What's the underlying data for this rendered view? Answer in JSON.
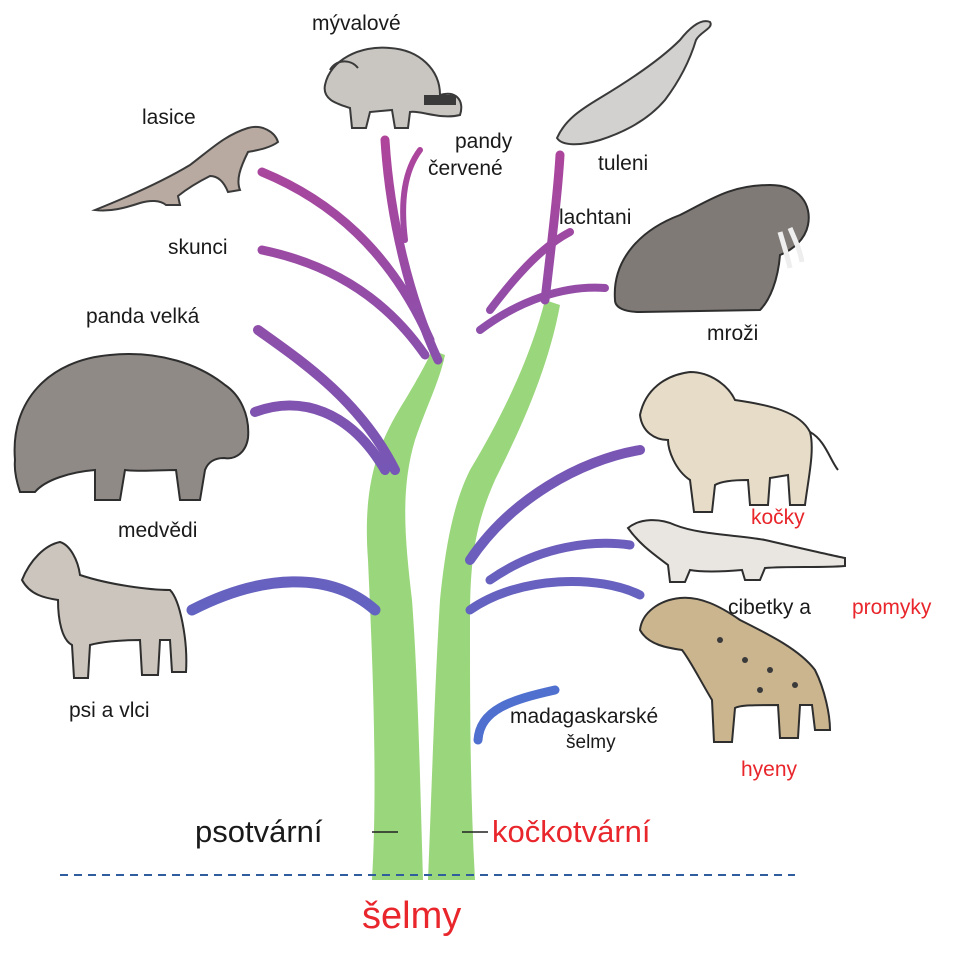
{
  "labels": {
    "myvalove": "mývalové",
    "lasice": "lasice",
    "pandy_cervene_1": "pandy",
    "pandy_cervene_2": "červené",
    "tuleni": "tuleni",
    "lachtani": "lachtani",
    "skunci": "skunci",
    "panda_velka": "panda velká",
    "mrozi": "mroži",
    "medvedi": "medvědi",
    "kocky": "kočky",
    "cibetky": "cibetky a",
    "promyky": "promyky",
    "psi_a_vlci": "psi a vlci",
    "madagaskarske_1": "madagaskarské",
    "madagaskarske_2": "šelmy",
    "hyeny": "hyeny",
    "psotvarni": "psotvární",
    "kockotvarni": "kočkotvární",
    "selmy": "šelmy"
  },
  "colors": {
    "label": "#1a1a1a",
    "highlight": "#e8262b",
    "branch_top": "#a8438f",
    "branch_mid": "#6c5bb8",
    "branch_low": "#4e6fcf",
    "trunk_base": "#92d07a",
    "baseline": "#2f5d9e",
    "animal_fill": "#8f8a86"
  },
  "icons": [
    "raccoon-icon",
    "weasel-icon",
    "seal-icon",
    "walrus-icon",
    "bear-icon",
    "wolf-icon",
    "lion-icon",
    "civet-icon",
    "hyena-icon"
  ]
}
